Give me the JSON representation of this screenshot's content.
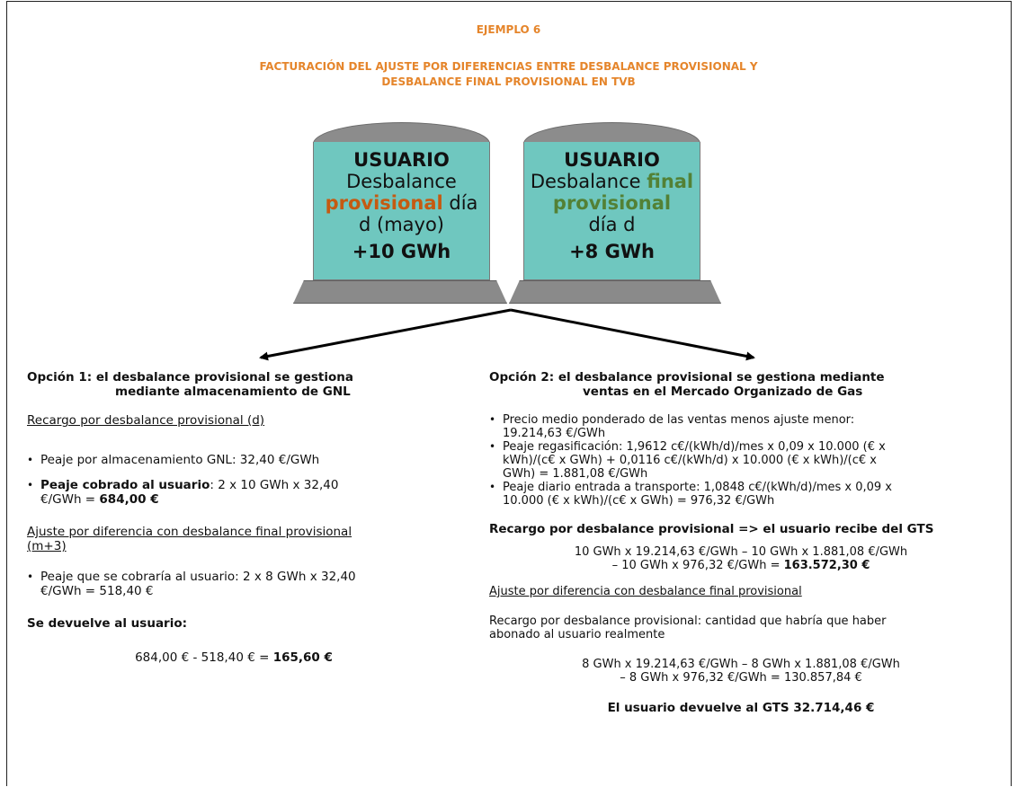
{
  "title": "EJEMPLO 6",
  "subtitle_line1": "FACTURACIÓN DEL AJUSTE POR DIFERENCIAS ENTRE DESBALANCE PROVISIONAL Y",
  "subtitle_line2": "DESBALANCE FINAL PROVISIONAL EN TVB",
  "tank1": {
    "label": "USUARIO",
    "line1": "Desbalance",
    "highlight": "provisional",
    "after_highlight": " día",
    "line3": "d (mayo)",
    "value": "+10 GWh"
  },
  "tank2": {
    "label": "USUARIO",
    "line1": "Desbalance ",
    "highlight1": "final",
    "highlight2": "provisional",
    "line3": "día d",
    "value": "+8 GWh"
  },
  "option1": {
    "heading_line1": "Opción 1: el desbalance provisional  se gestiona",
    "heading_line2": "mediante almacenamiento de GNL",
    "section1": "Recargo por desbalance provisional  (d)",
    "bullet1": "Peaje por almacenamiento  GNL:  32,40  €/GWh",
    "bullet2_bold": "Peaje cobrado al usuario",
    "bullet2_rest": ": 2  x  10  GWh  x  32,40",
    "bullet2_line2": "€/GWh  = ",
    "bullet2_total": "684,00 €",
    "section2_line1": "Ajuste por diferencia con desbalance final provisional",
    "section2_line2": "(m+3)",
    "bullet3_line1": "Peaje que se cobraría al usuario:  2  x  8  GWh  x  32,40",
    "bullet3_line2": "€/GWh  =  518,40  €",
    "returned_label": "Se devuelve al usuario:",
    "returned_calc": "684,00  €  -  518,40  €  = ",
    "returned_total": "165,60 €"
  },
  "option2": {
    "heading_line1": "Opción 2: el desbalance provisional  se gestiona mediante",
    "heading_line2": "ventas en el Mercado Organizado de Gas",
    "b1_line1": "Precio medio ponderado de las ventas menos ajuste menor:",
    "b1_line2": "19.214,63 €/GWh",
    "b2_line1": "Peaje regasificación: 1,9612 c€/(kWh/d)/mes x 0,09 x 10.000 (€ x",
    "b2_line2": "kWh)/(c€ x GWh) + 0,0116 c€/(kWh/d) x 10.000 (€ x kWh)/(c€ x",
    "b2_line3": "GWh) =   1.881,08 €/GWh",
    "b3_line1": "Peaje diario entrada a transporte: 1,0848 c€/(kWh/d)/mes x 0,09 x",
    "b3_line2": "10.000 (€ x kWh)/(c€ x GWh) = 976,32 €/GWh",
    "recargo_heading": "Recargo por desbalance provisional => el usuario recibe del GTS",
    "calc1_line1": "10 GWh x 19.214,63 €/GWh – 10 GWh x 1.881,08 €/GWh",
    "calc1_line2": "– 10 GWh x 976,32 €/GWh = ",
    "calc1_total": "163.572,30 €",
    "ajuste_heading": "Ajuste por diferencia con desbalance final provisional",
    "ajuste_text_line1": "Recargo por desbalance provisional: cantidad que habría que haber",
    "ajuste_text_line2": "abonado al usuario realmente",
    "calc2_line1": "8 GWh x 19.214,63 €/GWh – 8 GWh x 1.881,08 €/GWh",
    "calc2_line2": "– 8 GWh x 976,32 €/GWh = 130.857,84 €",
    "final": "El usuario devuelve al GTS 32.714,46 €"
  },
  "colors": {
    "title": "#E5852B",
    "tank_body": "#6FC7BF",
    "provisional": "#C55A11",
    "final": "#538135"
  }
}
